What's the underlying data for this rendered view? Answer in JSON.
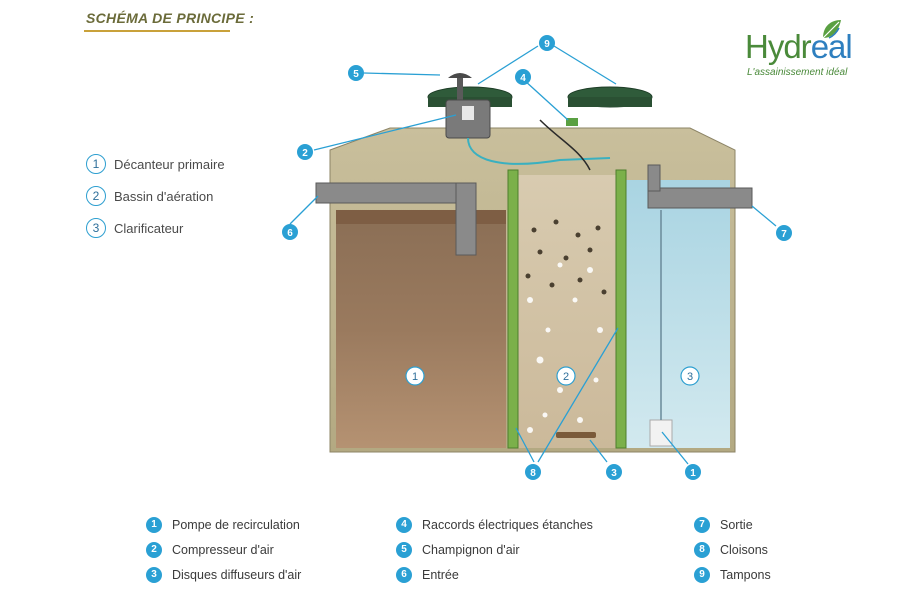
{
  "title": "SCHÉMA DE PRINCIPE :",
  "logo": {
    "word_a": "Hydr",
    "word_b": "eal",
    "tagline": "L'assainissement idéal"
  },
  "zones": [
    {
      "num": "1",
      "label": "Décanteur primaire"
    },
    {
      "num": "2",
      "label": "Bassin d'aération"
    },
    {
      "num": "3",
      "label": "Clarificateur"
    }
  ],
  "components": [
    {
      "num": "1",
      "label": "Pompe de recirculation"
    },
    {
      "num": "2",
      "label": "Compresseur d'air"
    },
    {
      "num": "3",
      "label": "Disques diffuseurs d'air"
    },
    {
      "num": "4",
      "label": "Raccords électriques étanches"
    },
    {
      "num": "5",
      "label": "Champignon d'air"
    },
    {
      "num": "6",
      "label": "Entrée"
    },
    {
      "num": "7",
      "label": "Sortie"
    },
    {
      "num": "8",
      "label": "Cloisons"
    },
    {
      "num": "9",
      "label": "Tampons"
    }
  ],
  "colors": {
    "accent": "#2aa0d4",
    "brand_green": "#4a8a3a",
    "brand_blue": "#2e7fbf"
  }
}
